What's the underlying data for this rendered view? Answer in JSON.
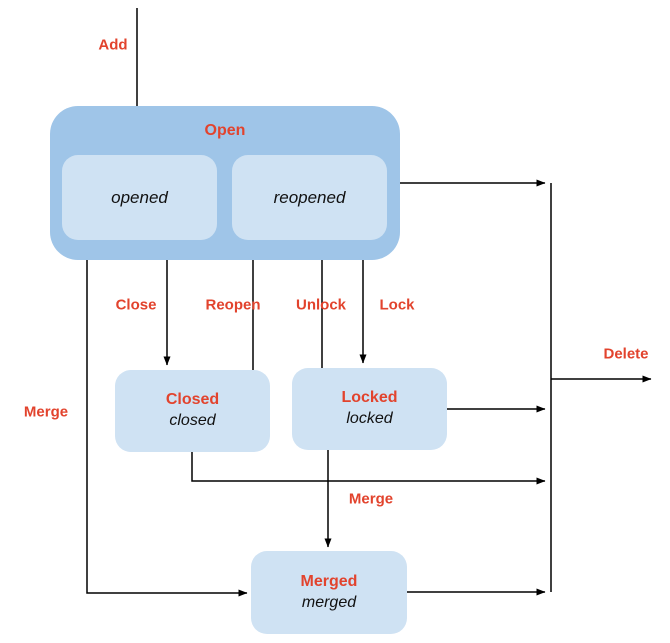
{
  "diagram": {
    "colors": {
      "group_fill": "#9fc5e8",
      "state_fill": "#cfe2f3",
      "edge_label_red": "#e2432d",
      "line": "#000000",
      "background": "#ffffff"
    },
    "nodes": {
      "open": {
        "label": "Open",
        "substates": {
          "opened": "opened",
          "reopened": "reopened"
        }
      },
      "closed": {
        "label": "Closed",
        "sublabel": "closed"
      },
      "locked": {
        "label": "Locked",
        "sublabel": "locked"
      },
      "merged": {
        "label": "Merged",
        "sublabel": "merged"
      }
    },
    "edge_labels": {
      "add": "Add",
      "close": "Close",
      "reopen": "Reopen",
      "unlock": "Unlock",
      "lock": "Lock",
      "merge_left": "Merge",
      "merge_bottom": "Merge",
      "delete": "Delete"
    }
  }
}
